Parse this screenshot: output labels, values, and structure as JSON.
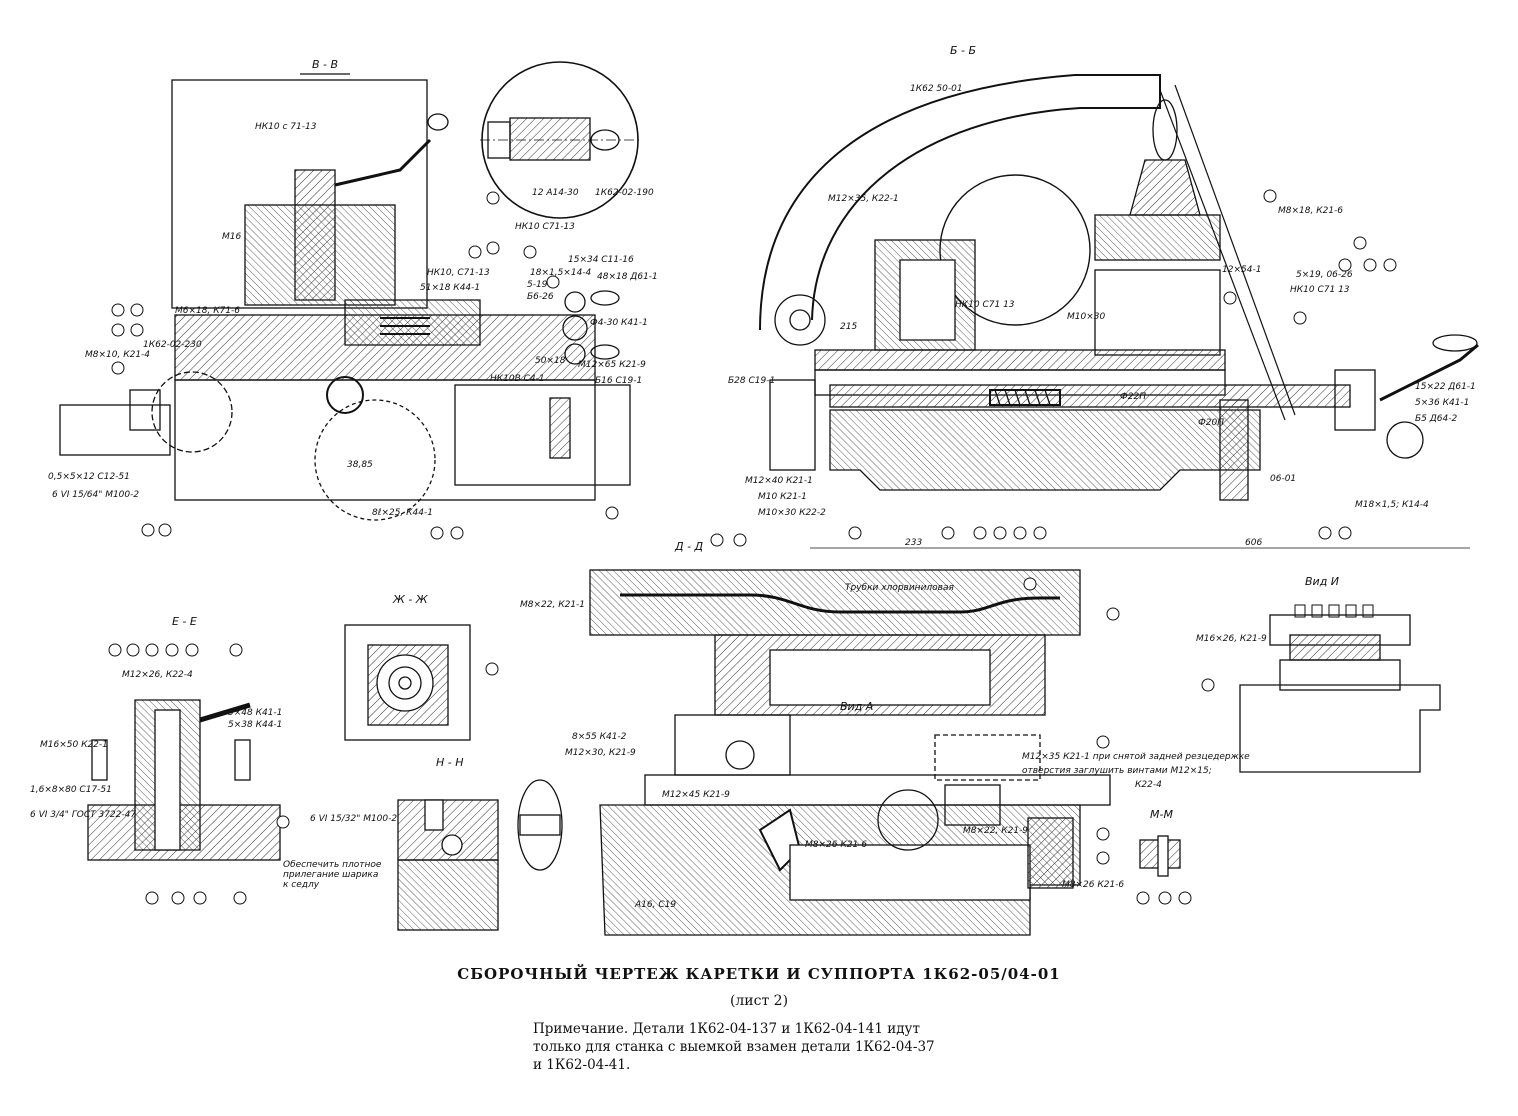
{
  "title": "СБОРОЧНЫЙ ЧЕРТЕЖ КАРЕТКИ И СУППОРТА 1К62-05/04-01",
  "subtitle": "(лист 2)",
  "note_lines": [
    "Примечание. Детали 1К62-04-137 и 1К62-04-141 идут",
    "только для станка с выемкой взамен детали 1К62-04-37",
    "и 1К62-04-41."
  ],
  "sections": {
    "bb_left": "В - В",
    "bb_right": "Б - Б",
    "dd": "Д - Д",
    "zz": "Ж - Ж",
    "ee": "Е - Е",
    "nn": "Н - Н",
    "vid_a": "Вид А",
    "vid_i": "Вид И",
    "mm": "М-М"
  },
  "labels_left": [
    "НК10 с 71-13",
    "М16",
    "НК10, С71-13",
    "НК10 С71-13",
    "15×34 С11-16",
    "М6×18, К71-6",
    "18×1,5×14-4",
    "48×18 Д61-1",
    "5-19",
    "Б6-26",
    "М8×10, К21-4",
    "1К62-02-230",
    "Ф4-30 К41-1",
    "50×18",
    "М12×65 К21-9",
    "НК10В С4-1",
    "Б16 С19-1",
    "0,5×5×12 С12-51",
    "6 VI 15/64\" М100-2",
    "38,85",
    "8ℓ×25, К44-1",
    "12 А14-30",
    "1К62-02-190",
    "51×18 К44-1"
  ],
  "labels_right": [
    "1К62 50-01",
    "М12×35, К22-1",
    "М8×18, К21-6",
    "215",
    "Б28 С19-1",
    "НК10 С71 13",
    "М10×30",
    "М12×40 К21-1",
    "М10 К21-1",
    "М10×30 К22-2",
    "12×54-1",
    "5×19, 06-26",
    "НК10 С71 13",
    "15×22 Д61-1",
    "5×36 К41-1",
    "Б5 Д64-2",
    "М18×1,5; К14-4",
    "233",
    "606",
    "Ф22П",
    "Ф20П",
    "06-01",
    "Трубки хлорвиниловая",
    "М8×22, К21-1"
  ],
  "labels_bottom": [
    "М16×50 К22-1",
    "М12×26, К22-4",
    "5×48 К41-1",
    "5×38 К44-1",
    "1,6×8×80 С17-51",
    "6 VI 3/4\" ГОСТ 3722-47",
    "6 VI 15/32\" М100-2",
    "Обеспечить плотное прилегание шарика к седлу",
    "М16×26, К21-9",
    "8×55 К41-2",
    "М12×30, К21-9",
    "М12×45 К21-9",
    "М12×35 К21-1 при снятой задней резцедержке",
    "отверстия заглушить винтами М12×15;",
    "К22-4",
    "М8×22, К21-9",
    "М8×26 К21-6",
    "А16, С19",
    "М8×26 К21-6"
  ],
  "colors": {
    "ink": "#111111",
    "paper": "#ffffff",
    "hatch": "#333333"
  }
}
